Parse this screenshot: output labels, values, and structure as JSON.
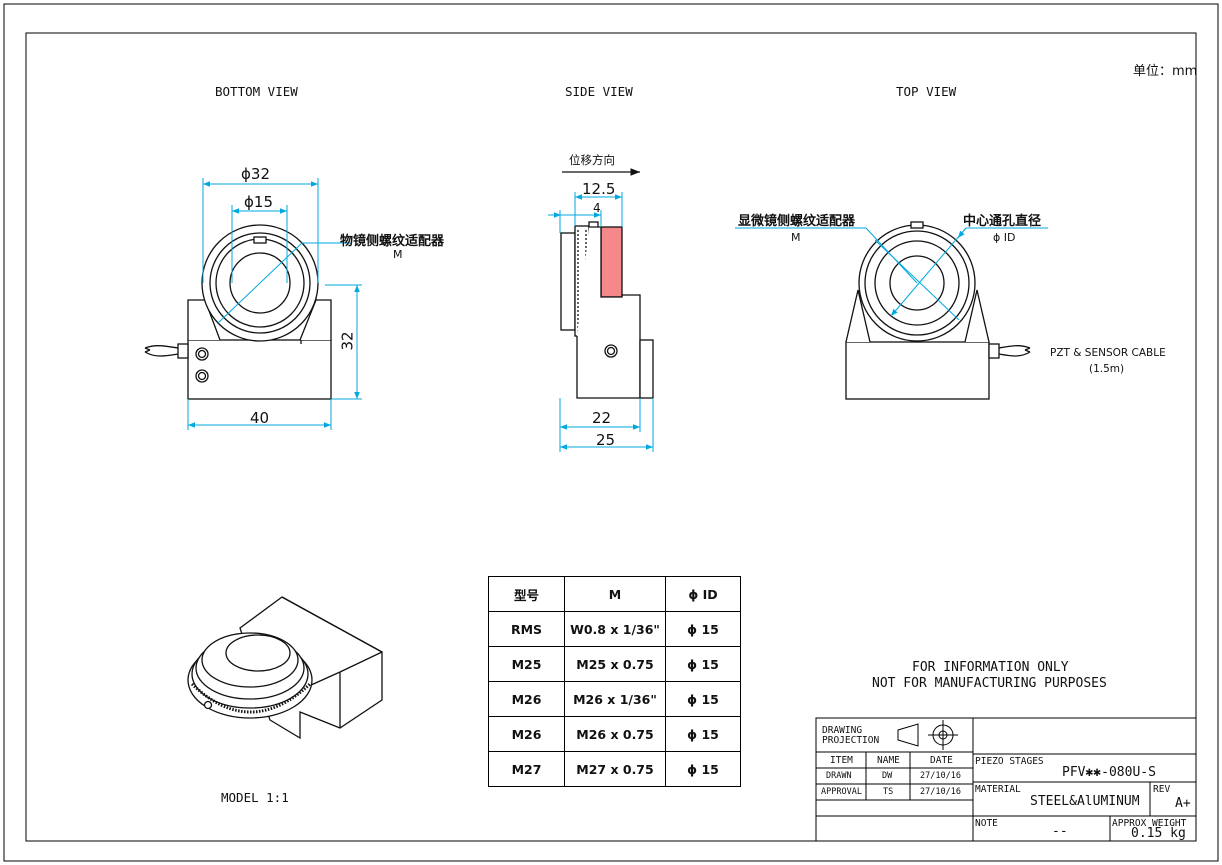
{
  "unit_label": "单位：mm",
  "views": {
    "bottom": "BOTTOM VIEW",
    "side": "SIDE VIEW",
    "top": "TOP VIEW"
  },
  "bottom_view": {
    "dia_outer": "ϕ32",
    "dia_inner": "ϕ15",
    "callout_title": "物镜侧螺纹适配器",
    "callout_sub": "M",
    "height": "32",
    "width": "40"
  },
  "side_view": {
    "direction_label": "位移方向",
    "dim_125": "12.5",
    "dim_4": "4",
    "dim_22": "22",
    "dim_25": "25"
  },
  "top_view": {
    "callout_left_title": "显微镜侧螺纹适配器",
    "callout_left_sub": "M",
    "callout_right_title": "中心通孔直径",
    "callout_right_sub": "ϕ ID",
    "cable_label": "PZT & SENSOR CABLE",
    "cable_length": "(1.5m)"
  },
  "model_label": "MODEL 1:1",
  "spec_table": {
    "headers": [
      "型号",
      "M",
      "ϕ ID"
    ],
    "rows": [
      [
        "RMS",
        "W0.8 x 1/36\"",
        "ϕ 15"
      ],
      [
        "M25",
        "M25 x 0.75",
        "ϕ 15"
      ],
      [
        "M26",
        "M26 x 1/36\"",
        "ϕ 15"
      ],
      [
        "M26",
        "M26 x 0.75",
        "ϕ 15"
      ],
      [
        "M27",
        "M27 x 0.75",
        "ϕ 15"
      ]
    ]
  },
  "notice": {
    "line1": "FOR INFORMATION ONLY",
    "line2": "NOT FOR MANUFACTURING PURPOSES"
  },
  "title_block": {
    "drawing_projection_1": "DRAWING",
    "drawing_projection_2": "PROJECTION",
    "col_item": "ITEM",
    "col_name": "NAME",
    "col_date": "DATE",
    "drawn_label": "DRAWN",
    "drawn_name": "DW",
    "drawn_date": "27/10/16",
    "approval_label": "APPROVAL",
    "approval_name": "TS",
    "approval_date": "27/10/16",
    "product_label": "PIEZO STAGES",
    "product_value": "PFV✱✱-080U-S",
    "material_label": "MATERIAL",
    "material_value": "STEEL&AlUMINUM",
    "rev_label": "REV",
    "rev_value": "A+",
    "note_label": "NOTE",
    "note_value": "--",
    "weight_label": "APPROX WEIGHT",
    "weight_value": "0.15 kg"
  }
}
